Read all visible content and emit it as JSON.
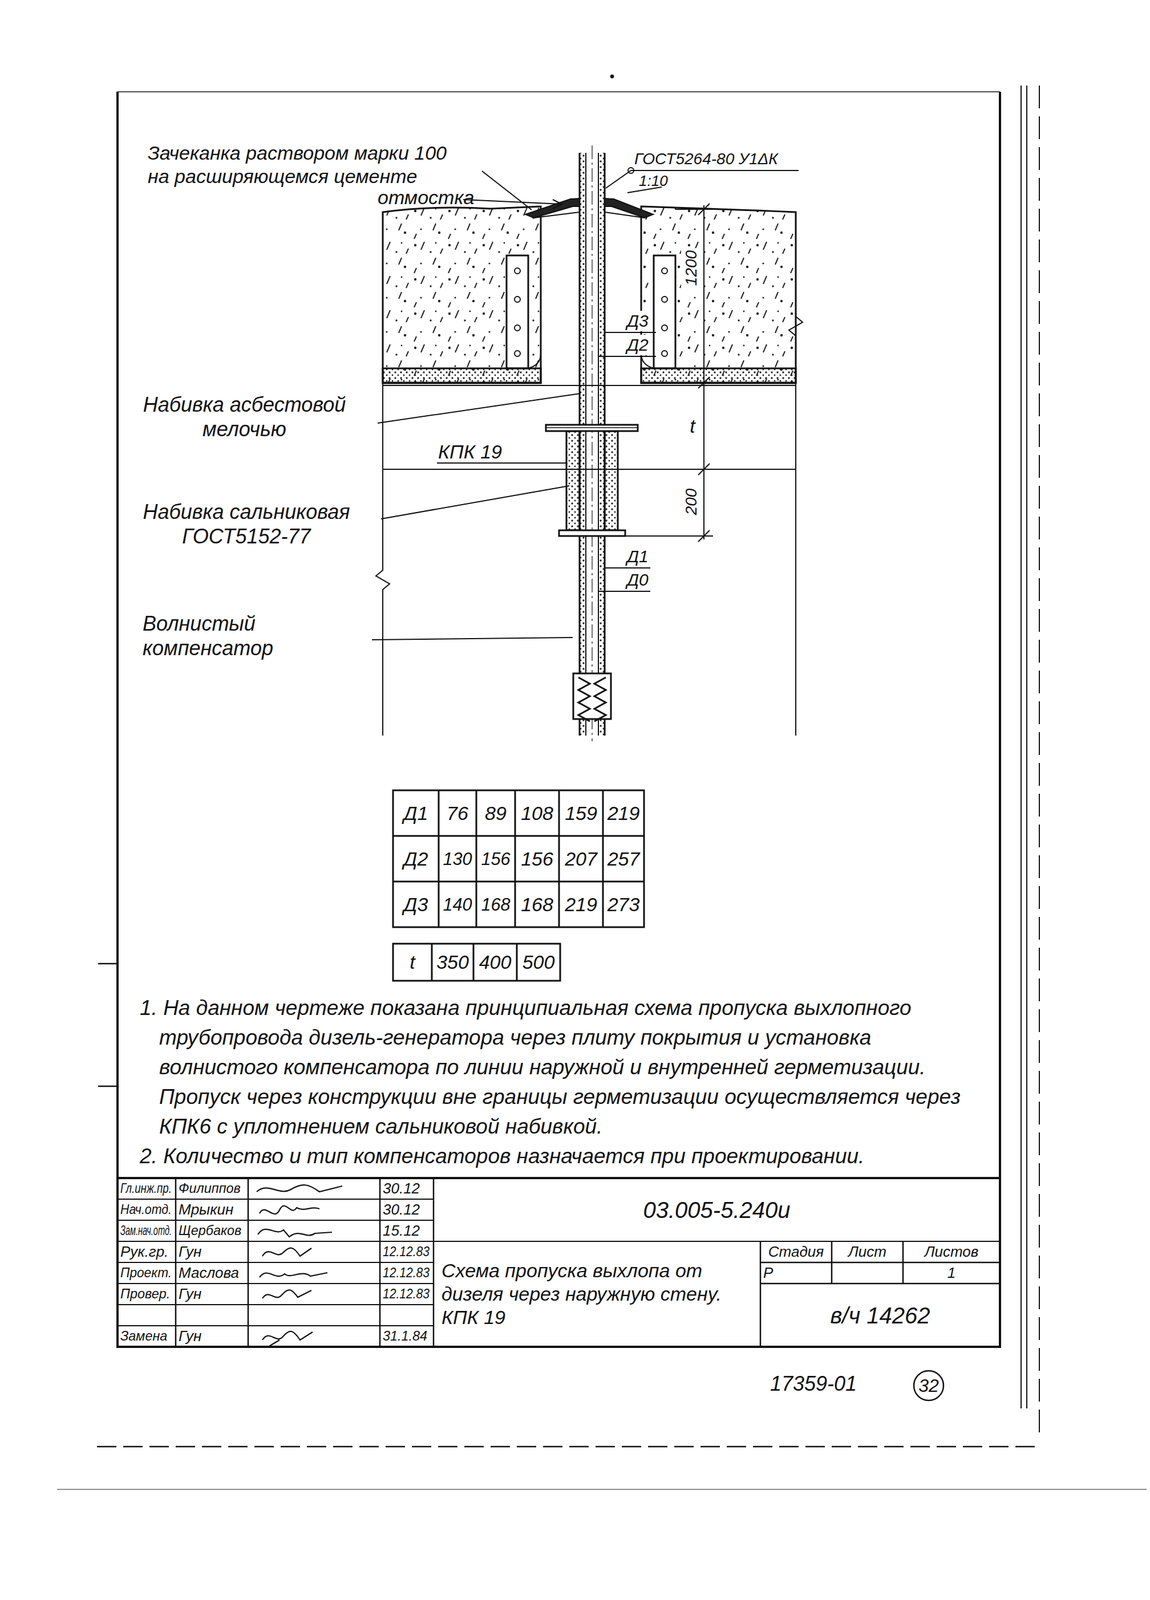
{
  "diagram": {
    "title": "Схема пропуска выхлопа от дизеля через наружную стену. КПК 19",
    "labels": [
      "Зачеканка раствором марки 100 на расширяющемся цементе",
      "ГОСТ5264-80 У1ΔК",
      "1:10",
      "отмостка",
      "1200",
      "Д3",
      "Д2",
      "t",
      "Набивка асбестовой мелочью",
      "КПК 19",
      "200",
      "Набивка сальниковая ГОСТ5152-77",
      "Д1",
      "Д0",
      "Волнистый компенсатор",
      "Д1",
      "76",
      "89",
      "108",
      "159",
      "219",
      "Д2",
      "130",
      "156",
      "156",
      "207",
      "257",
      "Д3",
      "140",
      "168",
      "168",
      "219",
      "273",
      "t",
      "350",
      "400",
      "500",
      "1. На данном чертеже показана принципиальная схема пропуска выхлопного трубопровода дизель-генератора через плиту покрытия и установка волнистого компенсатора по линии наружной и внутренней герметизации. Пропуск через конструкции вне границы герметизации осуществляется через КПК6 с уплотнением сальниковой набивкой.",
      "2. Количество и тип компенсаторов назначается при проектировании.",
      "Гл.инж.пр.",
      "Филиппов",
      "30.12",
      "Нач.отд.",
      "Мрыкин",
      "30.12",
      "Зам.нач.отд.",
      "Щербаков",
      "15.12",
      "Рук.гр.",
      "Гун",
      "12.12.83",
      "Проект.",
      "Маслова",
      "12.12.83",
      "Провер.",
      "Гун",
      "12.12.83",
      "Замена",
      "Гун",
      "31.1.84",
      "03.005-5.240и",
      "Стадия",
      "Лист",
      "Листов",
      "Р",
      "1",
      "в/ч 14262",
      "17359-01",
      "32"
    ]
  }
}
